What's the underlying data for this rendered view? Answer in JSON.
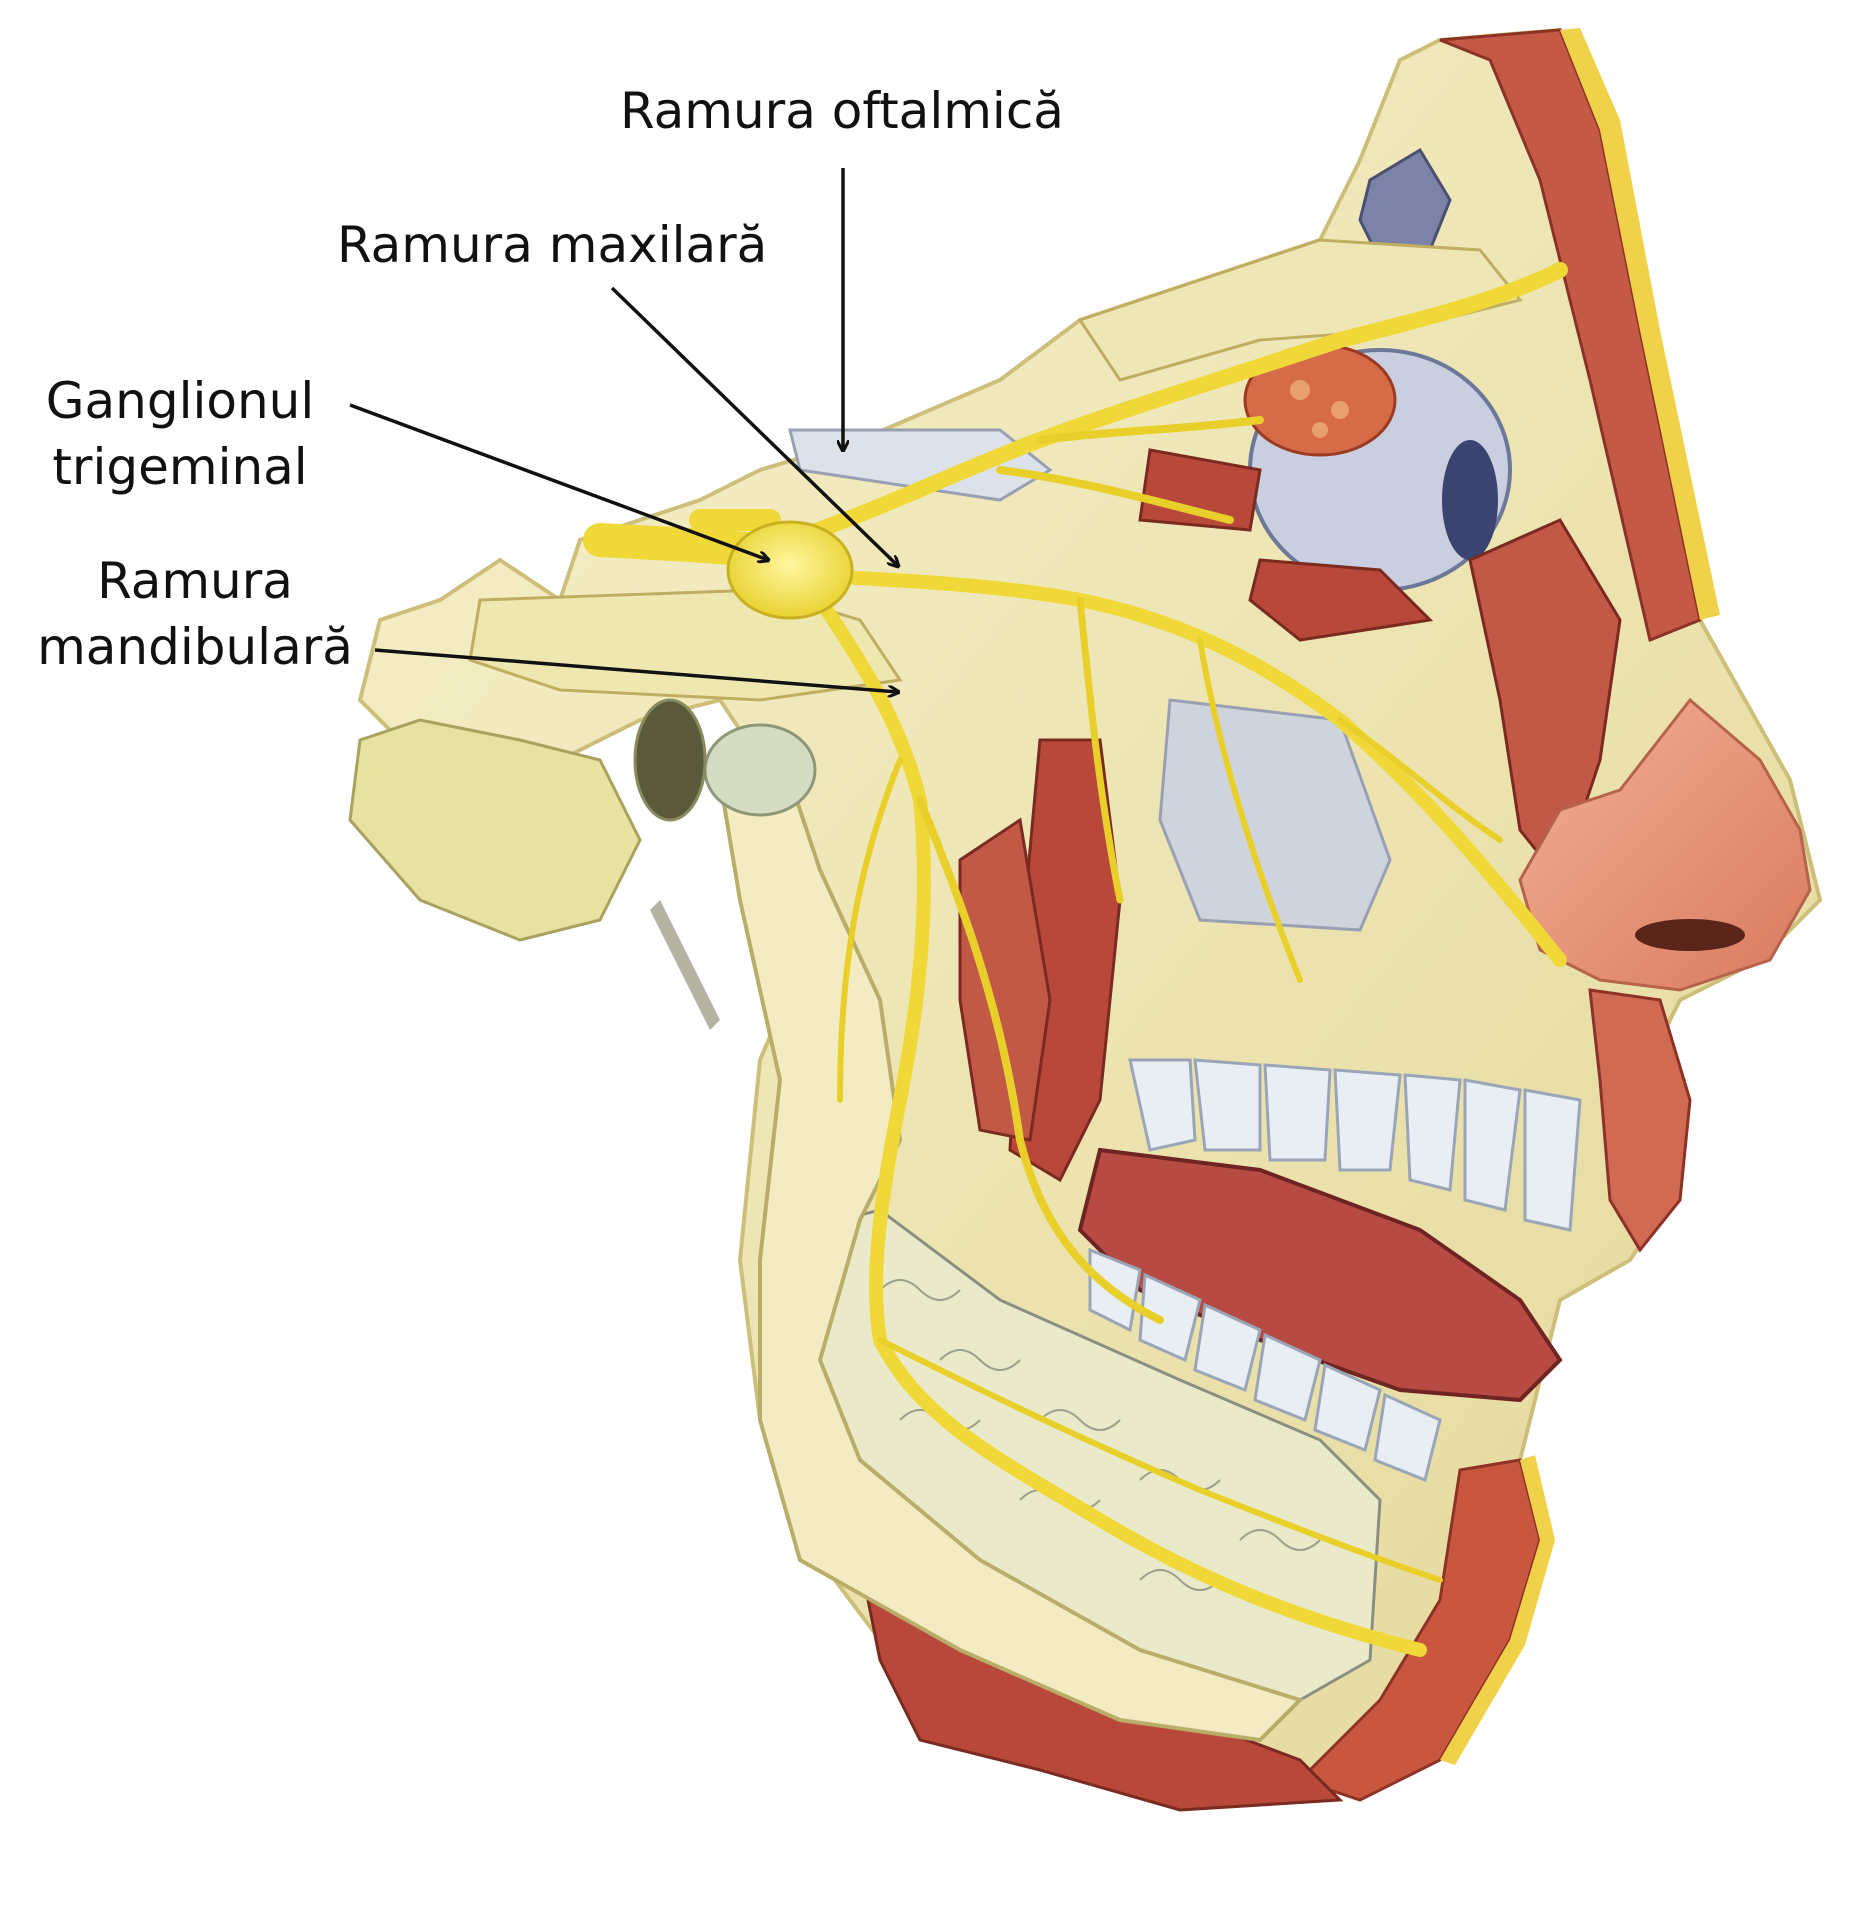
{
  "labels": {
    "oftalmica": "Ramura oftalmică",
    "maxilara": "Ramura maxilară",
    "ganglion": [
      "Ganglionul",
      "trigeminal"
    ],
    "mandibulara": [
      "Ramura",
      "mandibulară"
    ]
  },
  "colors": {
    "nerve": "#f2e23a",
    "nerve_dark": "#d9c21f",
    "bone": "#f3ecc2",
    "bone_shadow": "#d9cf8e",
    "muscle": "#b8483a",
    "muscle_light": "#d97a5f",
    "skin": "#e8967a",
    "eye": "#c9cfe0",
    "tongue": "#b84a44",
    "teeth": "#e8eef4",
    "arrow": "#111111"
  },
  "icons": [
    "trigeminal-nerve-illustration"
  ]
}
